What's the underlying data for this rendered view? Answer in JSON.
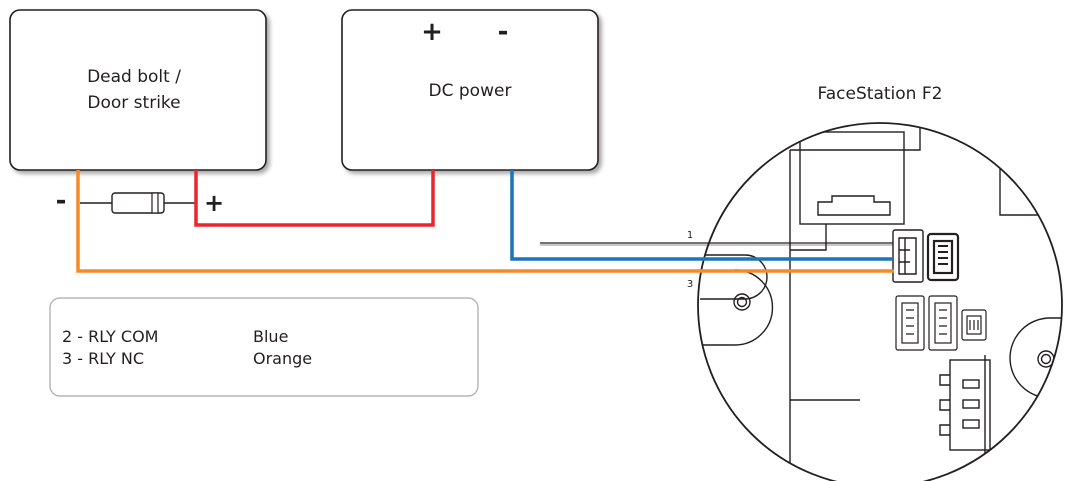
{
  "boxes": {
    "deadbolt": {
      "line1": "Dead bolt /",
      "line2": "Door strike"
    },
    "dc_power": {
      "label": "DC power",
      "plus": "+",
      "minus": "-"
    }
  },
  "terminals": {
    "deadbolt_minus": "-",
    "deadbolt_plus": "+"
  },
  "device": {
    "title": "FaceStation F2"
  },
  "wire_numbers": {
    "wire1": "1",
    "wire3": "3"
  },
  "legend": {
    "rows": [
      {
        "pin": "2 - RLY COM",
        "color": "Blue"
      },
      {
        "pin": "3 - RLY NC",
        "color": "Orange"
      }
    ]
  },
  "colors": {
    "red_wire": "#e8262e",
    "blue_wire": "#1b75bb",
    "orange_wire": "#f58a28",
    "outline": "#231f20",
    "legend_border": "#b5b5b5"
  }
}
